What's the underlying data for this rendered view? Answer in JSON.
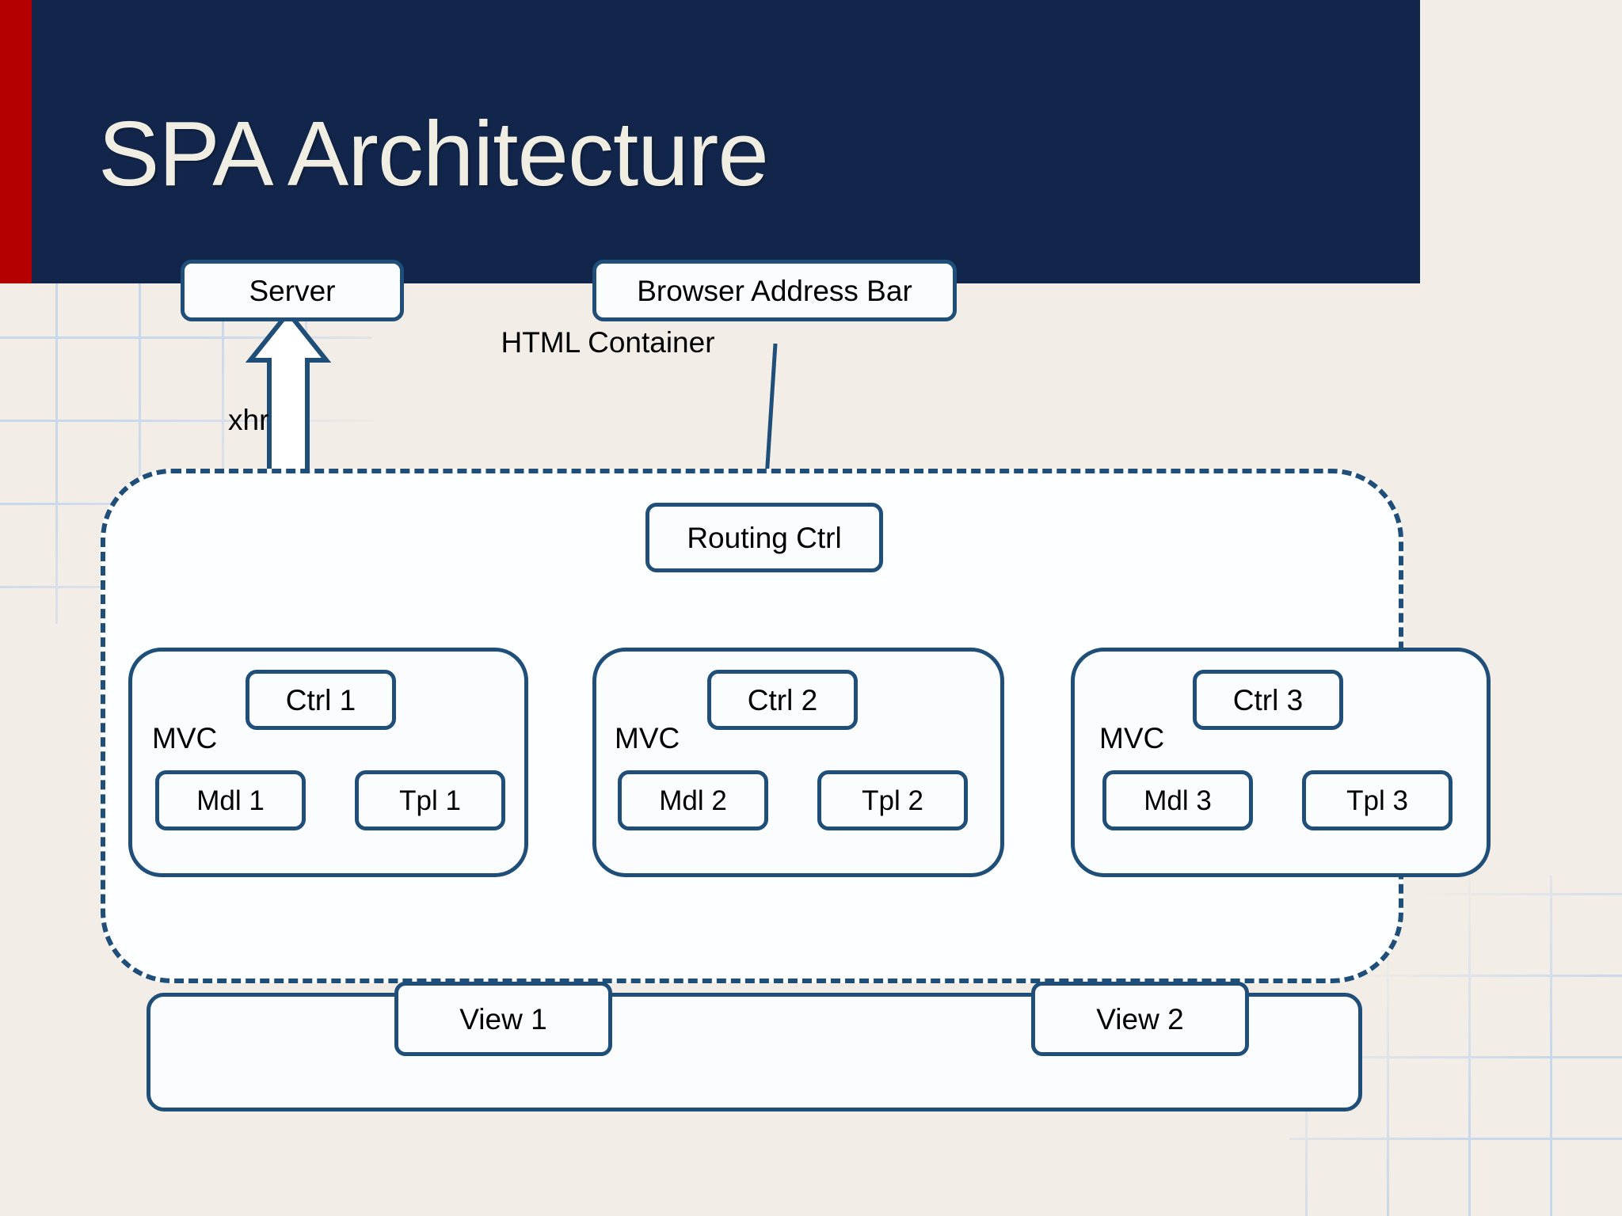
{
  "slide": {
    "title": "SPA Architecture",
    "colors": {
      "header_bg": "#12264B",
      "header_accent": "#B50000",
      "title_text": "#F0EDE2",
      "page_bg": "#F2EDE6",
      "stroke": "#1F4E79",
      "node_fill": "#FBFCFE",
      "grid_line": "#C3D4ED"
    }
  },
  "diagram": {
    "external_nodes": [
      {
        "id": "server",
        "label": "Server"
      },
      {
        "id": "browser-address-bar",
        "label": "Browser Address Bar"
      }
    ],
    "connection_labels": [
      {
        "id": "xhr",
        "label": "xhr"
      }
    ],
    "browser_container": {
      "routing_controller": {
        "id": "routing-ctrl",
        "label": "Routing Ctrl"
      },
      "mvc_groups": [
        {
          "id": "mvc-1",
          "group_label": "MVC",
          "controller": "Ctrl 1",
          "model": "Mdl 1",
          "template": "Tpl 1"
        },
        {
          "id": "mvc-2",
          "group_label": "MVC",
          "controller": "Ctrl 2",
          "model": "Mdl 2",
          "template": "Tpl 2"
        },
        {
          "id": "mvc-3",
          "group_label": "MVC",
          "controller": "Ctrl 3",
          "model": "Mdl 3",
          "template": "Tpl 3"
        }
      ],
      "html_container": {
        "id": "html-container",
        "label": "HTML Container",
        "views": [
          {
            "id": "view-1",
            "label": "View 1"
          },
          {
            "id": "view-2",
            "label": "View 2"
          }
        ]
      }
    }
  }
}
